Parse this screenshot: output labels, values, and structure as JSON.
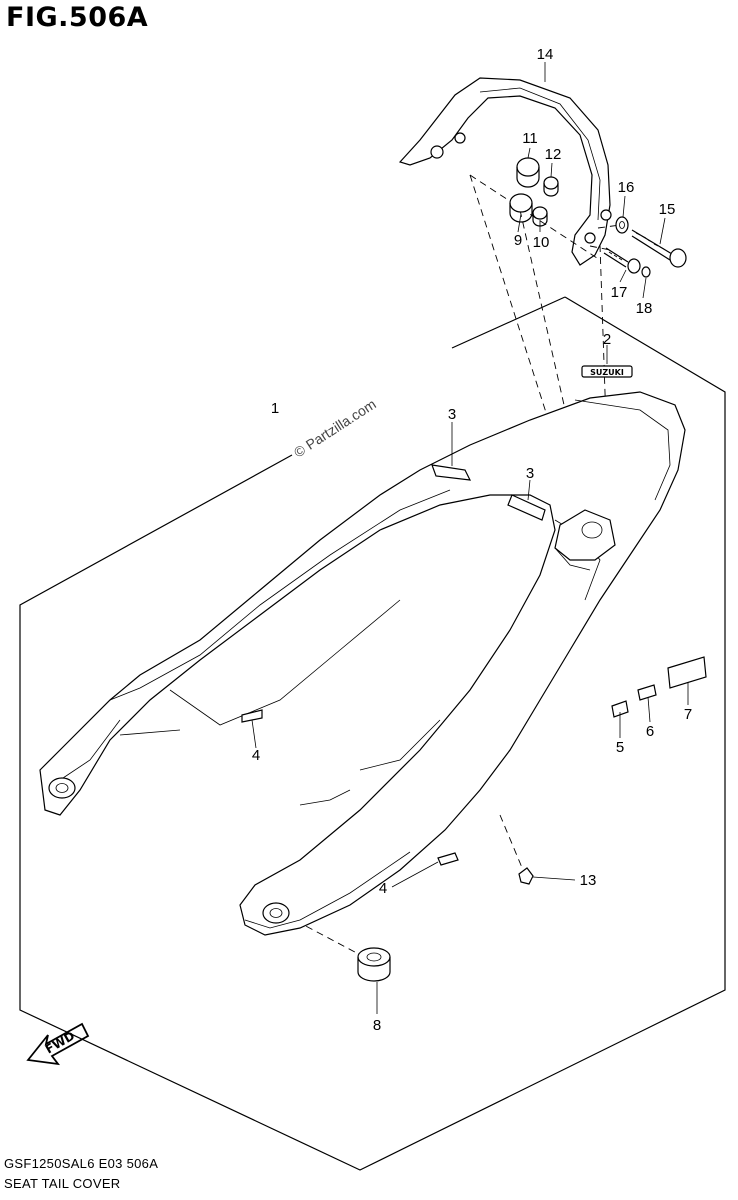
{
  "figure": {
    "title": "FIG.506A",
    "code": "GSF1250SAL6  E03  506A",
    "name": "SEAT TAIL COVER",
    "watermark": "© Partzilla.com",
    "fwd_label": "FWD",
    "emblem_text": "SUZUKI"
  },
  "callouts": [
    {
      "id": "1",
      "label": "1"
    },
    {
      "id": "2",
      "label": "2"
    },
    {
      "id": "3a",
      "label": "3"
    },
    {
      "id": "3b",
      "label": "3"
    },
    {
      "id": "4a",
      "label": "4"
    },
    {
      "id": "4b",
      "label": "4"
    },
    {
      "id": "5",
      "label": "5"
    },
    {
      "id": "6",
      "label": "6"
    },
    {
      "id": "7",
      "label": "7"
    },
    {
      "id": "8",
      "label": "8"
    },
    {
      "id": "9",
      "label": "9"
    },
    {
      "id": "10",
      "label": "10"
    },
    {
      "id": "11",
      "label": "11"
    },
    {
      "id": "12",
      "label": "12"
    },
    {
      "id": "13",
      "label": "13"
    },
    {
      "id": "14",
      "label": "14"
    },
    {
      "id": "15",
      "label": "15"
    },
    {
      "id": "16",
      "label": "16"
    },
    {
      "id": "17",
      "label": "17"
    },
    {
      "id": "18",
      "label": "18"
    }
  ]
}
